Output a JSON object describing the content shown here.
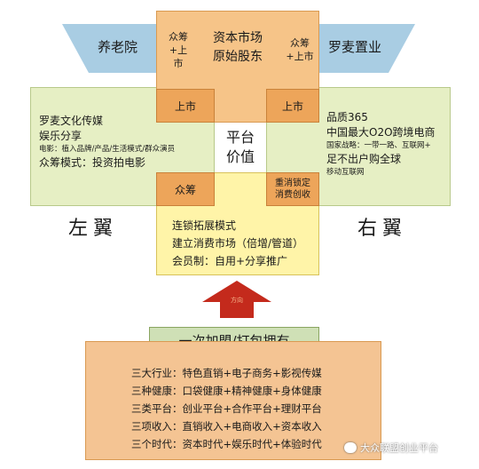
{
  "top_center": {
    "line1": "资本市场",
    "line2": "原始股东"
  },
  "left_para": {
    "label": "养老院"
  },
  "right_para": {
    "label": "罗麦置业"
  },
  "crowdfund_left": {
    "line1": "众筹",
    "line2": "+上市"
  },
  "crowdfund_right": {
    "line1": "众筹",
    "line2": "+上市"
  },
  "listing_left": "上市",
  "listing_right": "上市",
  "center_value": {
    "line1": "平台",
    "line2": "价值"
  },
  "left_wing_block": {
    "title": "罗麦文化传媒",
    "line2": "娱乐分享",
    "line3": "电影：植入品牌/产品/生活模式/群众演员",
    "line4": "众筹模式：投资拍电影"
  },
  "right_wing_block": {
    "title": "品质365",
    "line2": "中国最大O2O跨境电商",
    "line3": "国家战略：一带一路、互联网+",
    "line4": "足不出户购全球",
    "line5": "移动互联网"
  },
  "crowdfund_small": "众筹",
  "redeploy": {
    "line1": "重消锁定",
    "line2": "消费创收"
  },
  "left_wing_label": "左翼",
  "right_wing_label": "右翼",
  "bottom_center": {
    "line1": "连锁拓展模式",
    "line2": "建立消费市场（倍增/管道）",
    "line3": "会员制：自用+分享推广"
  },
  "arrow_label": "方向",
  "join_banner": "一次加盟/打包拥有",
  "join_list": [
    "三大行业：特色直销+电子商务+影视传媒",
    "三种健康：口袋健康+精神健康+身体健康",
    "三类平台：创业平台+合作平台+理财平台",
    "三项收入：直销收入+电商收入+资本收入",
    "三个时代：资本时代+娱乐时代+体验时代"
  ],
  "watermark": "大众联盟创业平台",
  "colors": {
    "orange": "#f6c488",
    "green": "#e6efc4",
    "yellow": "#fff4a8",
    "blue": "#a9cde3",
    "arrow_red": "#c42a1c"
  }
}
